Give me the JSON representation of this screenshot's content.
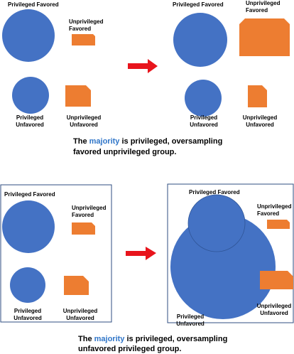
{
  "colors": {
    "privileged": "#4472c4",
    "unprivileged": "#ed7d31",
    "arrow": "#e8141c",
    "highlight": "#2f75c8"
  },
  "top": {
    "labels": {
      "priv_fav": "Privileged Favored",
      "unpriv_fav_1": "Unprivileged",
      "unpriv_fav_2": "Favored",
      "priv_unfav_1": "Privileged",
      "priv_unfav_2": "Unfavored",
      "unpriv_unfav_1": "Unprivileged",
      "unpriv_unfav_2": "Unfavored"
    },
    "after_labels": {
      "priv_fav": "Privileged Favored",
      "unpriv_fav_1": "Unprivileged",
      "unpriv_fav_2": "Favored",
      "priv_unfav_1": "Privileged",
      "priv_unfav_2": "Unfavored",
      "unpriv_unfav_1": "Unprivileged",
      "unpriv_unfav_2": "Unfavored"
    },
    "caption": {
      "pre": "The ",
      "highlight": "majority",
      "post": " is privileged, oversampling",
      "line2": "favored unprivileged group."
    }
  },
  "bottom": {
    "labels": {
      "priv_fav": "Privileged Favored",
      "unpriv_fav_1": "Unprivileged",
      "unpriv_fav_2": "Favored",
      "priv_unfav_1": "Privileged",
      "priv_unfav_2": "Unfavored",
      "unpriv_unfav_1": "Unprivileged",
      "unpriv_unfav_2": "Unfavored"
    },
    "after_labels": {
      "priv_fav": "Privileged Favored",
      "unpriv_fav_1": "Unprivileged",
      "unpriv_fav_2": "Favored",
      "priv_unfav_1": "Privileged",
      "priv_unfav_2": "Unfavored",
      "unpriv_unfav_1": "Unprivileged",
      "unpriv_unfav_2": "Unfavored"
    },
    "caption": {
      "pre": "The ",
      "highlight": "majority",
      "post": " is privileged, oversampling",
      "line2": "unfavored privileged group."
    }
  }
}
